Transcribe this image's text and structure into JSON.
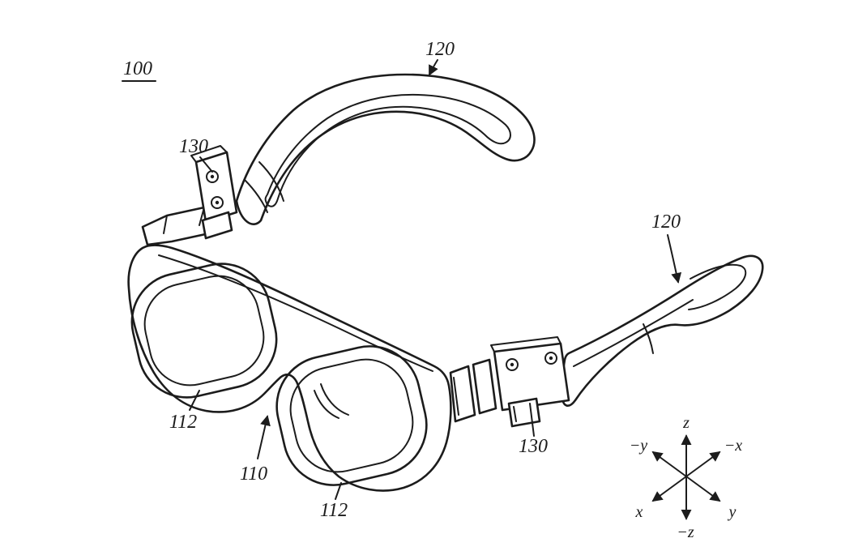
{
  "figure": {
    "ref_labels": {
      "assembly": "100",
      "temple_top": "120",
      "temple_right": "120",
      "hinge_left": "130",
      "hinge_right": "130",
      "frame": "110",
      "lens_left": "112",
      "lens_right": "112"
    },
    "axis_labels": {
      "z_pos": "z",
      "z_neg": "−z",
      "y_neg": "−y",
      "x_neg": "−x",
      "x_pos": "x",
      "y_pos": "y"
    },
    "colors": {
      "line": "#1c1c1c",
      "background": "#ffffff"
    }
  }
}
